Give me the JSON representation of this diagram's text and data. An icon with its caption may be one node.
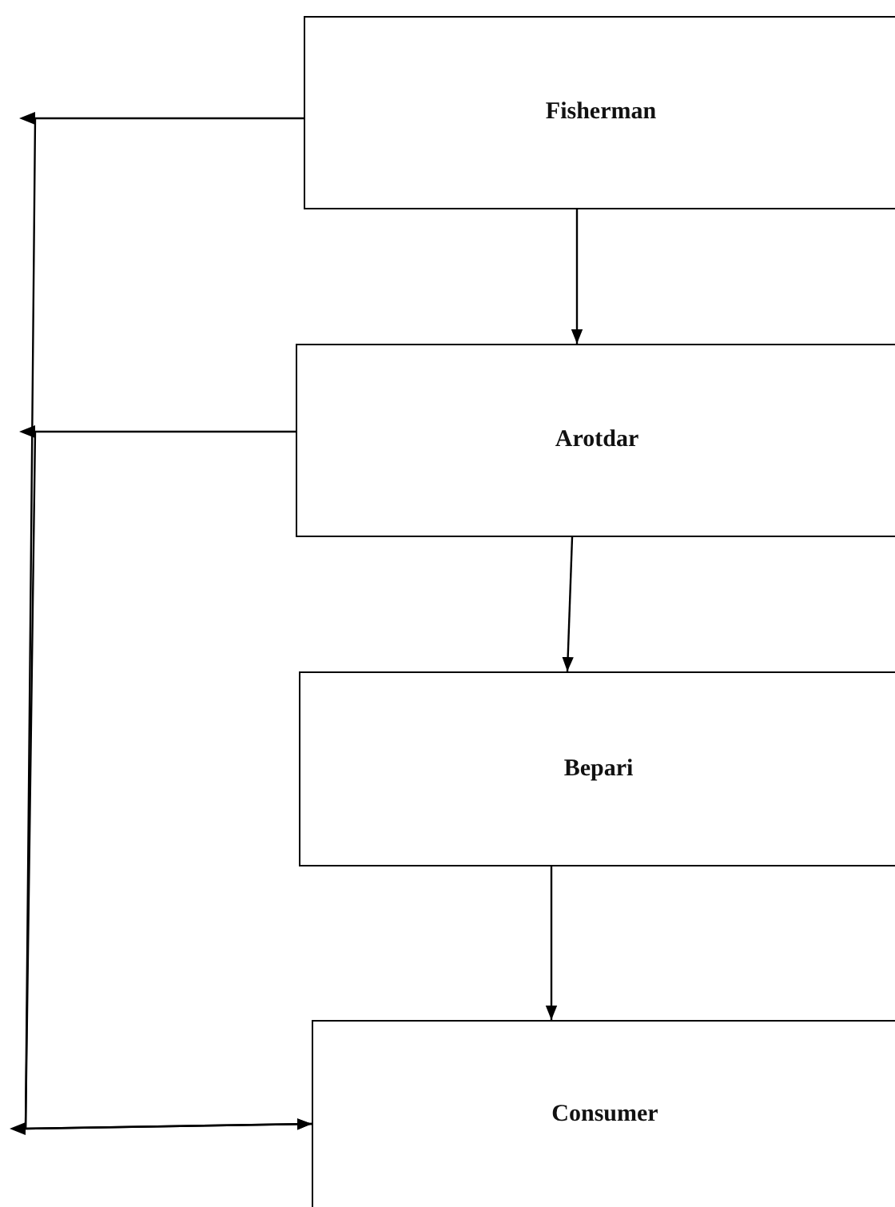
{
  "diagram": {
    "nodes": [
      {
        "text": [
          "Fisherman"
        ]
      },
      {
        "text": [
          "Arotdar"
        ]
      },
      {
        "text": [
          "Bepari"
        ]
      },
      {
        "text": [
          "Consumer"
        ]
      }
    ],
    "edges": [
      {
        "from": 0,
        "to": 1,
        "arrow": "to"
      },
      {
        "from": 1,
        "to": 2,
        "arrow": "to"
      },
      {
        "from": 2,
        "to": 3,
        "arrow": "to"
      },
      {
        "from": 0,
        "to": 3,
        "arrow": "to"
      },
      {
        "from": 1,
        "to": 3,
        "arrow": "to"
      }
    ]
  }
}
